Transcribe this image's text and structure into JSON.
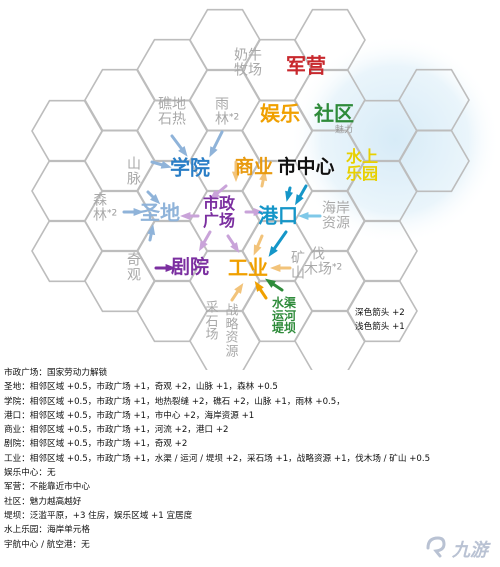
{
  "tiles": {
    "milk_ranch": {
      "text": "奶牛\n牧场",
      "color": "#a9a9a9"
    },
    "barracks": {
      "text": "军营",
      "color": "#c8282d"
    },
    "sulfur": {
      "text": "礁地\n石热",
      "color": "#a9a9a9"
    },
    "rainforest": {
      "text": "雨\n林",
      "note": "*2",
      "color": "#a9a9a9"
    },
    "entertainment": {
      "text": "娱乐",
      "color": "#f0a000"
    },
    "community": {
      "text": "社区",
      "color": "#2e8b3a"
    },
    "charm": {
      "text": "魅力",
      "color": "#9a9a9a"
    },
    "mountain": {
      "text": "山\n脉",
      "color": "#a9a9a9"
    },
    "academy": {
      "text": "学院",
      "color": "#2a7ec6"
    },
    "commercial": {
      "text": "商业",
      "color": "#e89a10"
    },
    "city_center": {
      "text": "市中心",
      "color": "#111111"
    },
    "waterpark": {
      "text": "水上\n乐园",
      "color": "#e8d000"
    },
    "forest": {
      "text": "森\n林",
      "note": "*2",
      "color": "#a9a9a9"
    },
    "holy_site": {
      "text": "圣地",
      "color": "#8fb3d9"
    },
    "gov_plaza": {
      "text": "市政\n广场",
      "color": "#7b2fa0"
    },
    "harbor": {
      "text": "港口",
      "color": "#1596c8"
    },
    "coastal": {
      "text": "海岸\n资源",
      "color": "#a9a9a9"
    },
    "wonder": {
      "text": "奇\n观",
      "color": "#a9a9a9"
    },
    "theater": {
      "text": "剧院",
      "color": "#7b2fa0"
    },
    "industrial": {
      "text": "工业",
      "color": "#f0a000"
    },
    "mine": {
      "text": "矿\n山",
      "color": "#a9a9a9"
    },
    "lumber": {
      "text": "伐\n木场",
      "note": "*2",
      "color": "#a9a9a9"
    },
    "quarry": {
      "text": "采\n石\n场",
      "color": "#a9a9a9"
    },
    "strategic": {
      "text": "战\n略\n资\n源",
      "color": "#a9a9a9"
    },
    "dam": {
      "text": "水渠\n运河\n堤坝",
      "color": "#2e8b3a"
    }
  },
  "legend": {
    "dark": "深色箭头 +2",
    "light": "浅色箭头 +1"
  },
  "notes": [
    "市政广场：国家劳动力解锁",
    "圣地：相邻区域 +0.5，市政广场 +1，奇观 +2，山脉 +1，森林 +0.5",
    "学院：相邻区域 +0.5，市政广场 +1，地热裂缝 +2，礁石 +2，山脉 +1，雨林 +0.5，",
    "港口：相邻区域 +0.5，市政广场 +1，市中心 +2，海岸资源 +1",
    "商业：相邻区域 +0.5，市政广场 +1，河流 +2，港口 +2",
    "剧院：相邻区域 +0.5，市政广场 +1，奇观 +2",
    "工业：相邻区域 +0.5，市政广场 +1，水渠 / 运河 / 堤坝 +2，采石场 +1，战略资源 +1，伐木场 / 矿山 +0.5",
    "娱乐中心：无",
    "军营：不能靠近市中心",
    "社区：魅力越高越好",
    "堤坝：泛滥平原，+3 住房，娱乐区域 +1 宜居度",
    "水上乐园：海岸单元格",
    "宇航中心 / 航空港：无"
  ],
  "watermark": "九游"
}
